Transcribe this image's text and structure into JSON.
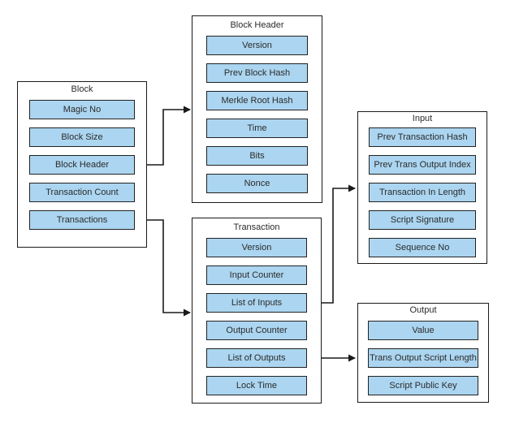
{
  "diagram": {
    "type": "flowchart",
    "subject": "Bitcoin block data structure",
    "colors": {
      "background": "#ffffff",
      "node_fill": "#abd5f0",
      "node_border": "#222222",
      "container_border": "#1a1a1a",
      "connector": "#1a1a1a",
      "text": "#2b2b2b"
    },
    "containers": {
      "block": {
        "title": "Block",
        "items": [
          "Magic No",
          "Block Size",
          "Block Header",
          "Transaction Count",
          "Transactions"
        ]
      },
      "block_header": {
        "title": "Block Header",
        "items": [
          "Version",
          "Prev Block Hash",
          "Merkle Root Hash",
          "Time",
          "Bits",
          "Nonce"
        ]
      },
      "transaction": {
        "title": "Transaction",
        "items": [
          "Version",
          "Input Counter",
          "List of Inputs",
          "Output Counter",
          "List of Outputs",
          "Lock Time"
        ]
      },
      "input": {
        "title": "Input",
        "items": [
          "Prev Transaction Hash",
          "Prev Trans Output Index",
          "Transaction In Length",
          "Script Signature",
          "Sequence No"
        ]
      },
      "output": {
        "title": "Output",
        "items": [
          "Value",
          "Trans Output Script Length",
          "Script Public Key"
        ]
      }
    },
    "connections": [
      {
        "from": "Block / Block Header",
        "to": "Block Header"
      },
      {
        "from": "Block / Transactions",
        "to": "Transaction"
      },
      {
        "from": "Transaction / List of Inputs",
        "to": "Input"
      },
      {
        "from": "Transaction / List of Outputs",
        "to": "Output"
      }
    ]
  }
}
